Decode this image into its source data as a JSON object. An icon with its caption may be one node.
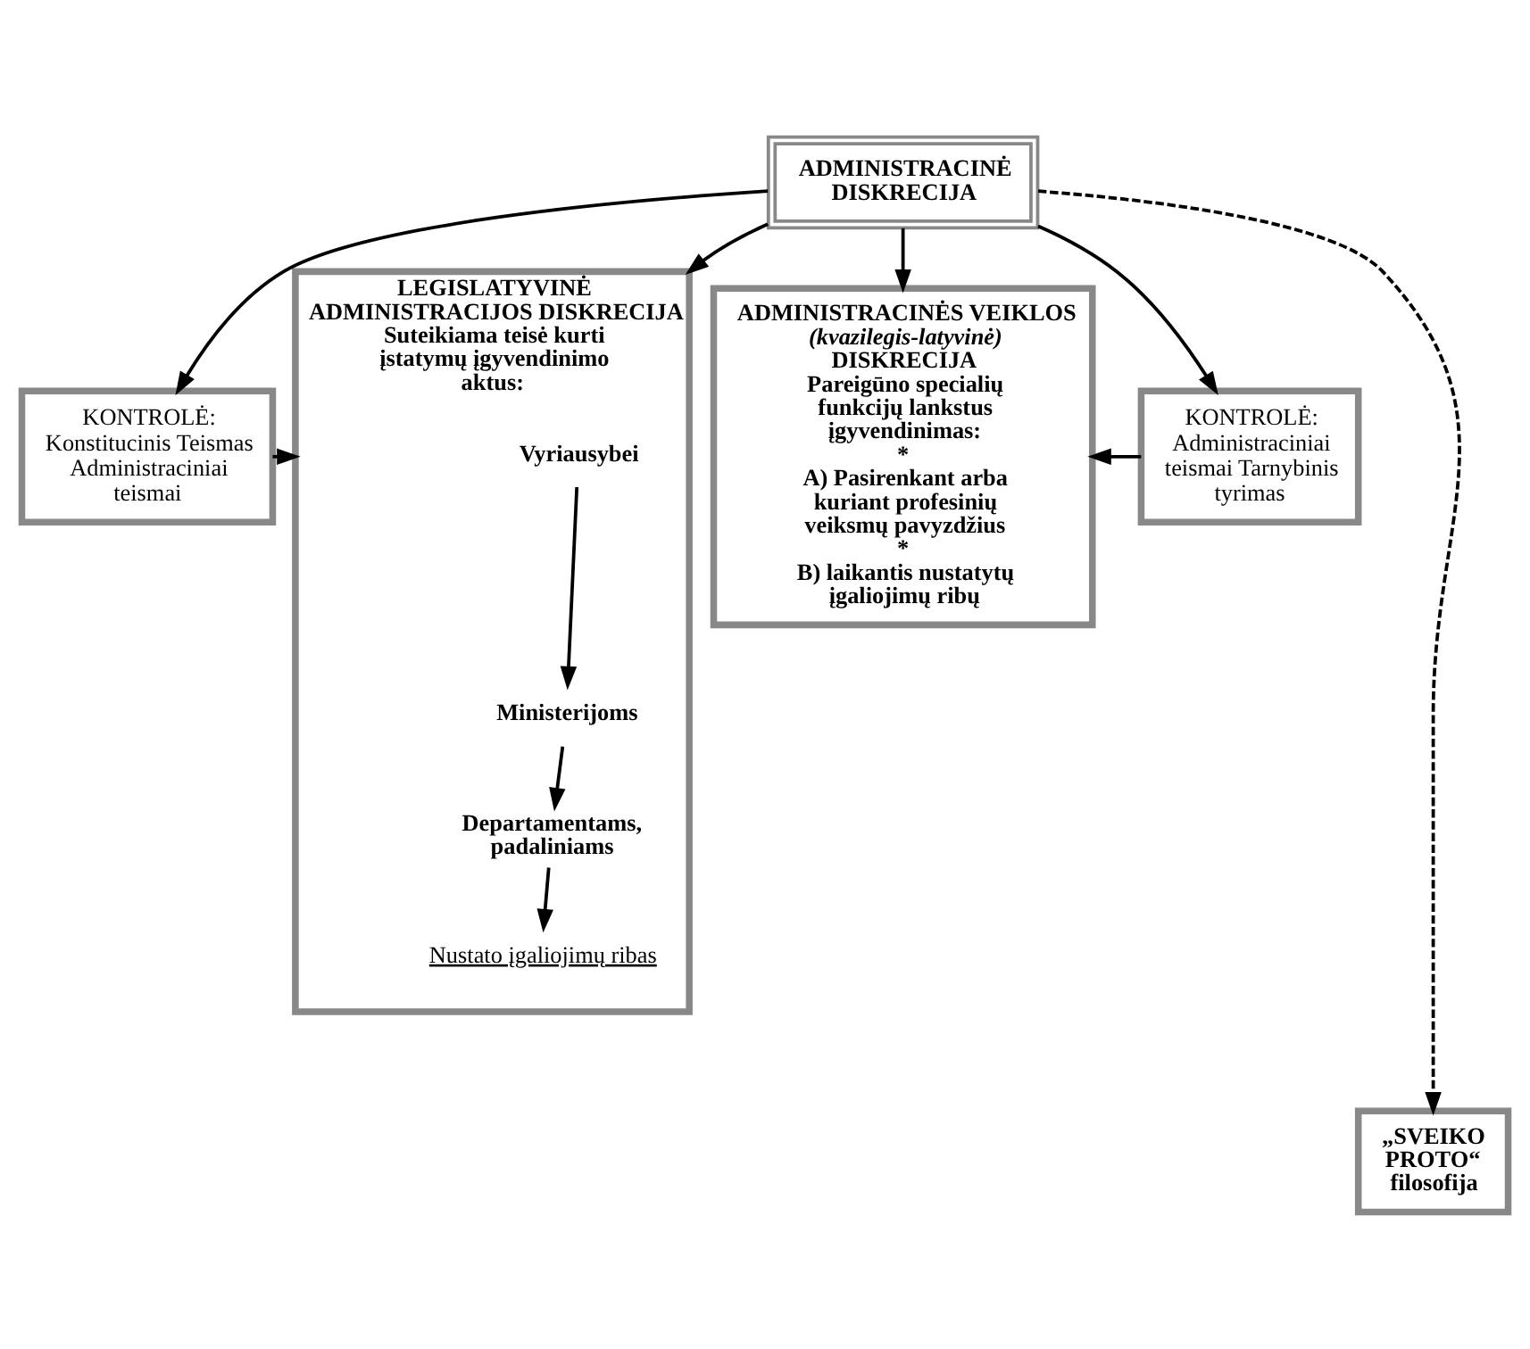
{
  "diagram": {
    "nodes": [
      {
        "text": [
          "ADMINISTRACINĖ DISKRECIJA"
        ]
      },
      {
        "text": [
          "KONTROLĖ: Konstitucinis Teismas Administraciniai teismai"
        ]
      },
      {
        "text": [
          "LEGISLATYVINĖ ADMINISTRACIJOS DISKRECIJA",
          "Suteikiama teisė kurti įstatymų įgyvendinimo aktus:"
        ]
      },
      {
        "text": [
          "Vyriausybei"
        ],
        "in": 2
      },
      {
        "text": [
          "Ministerijoms"
        ],
        "in": 2
      },
      {
        "text": [
          "Departamentams, padaliniams"
        ],
        "in": 2
      },
      {
        "text": [
          "Nustato įgaliojimų ribas"
        ],
        "in": 2
      },
      {
        "text": [
          "ADMINISTRACINĖS VEIKLOS *(kvazilegis-latyvinė)* DISKRECIJA",
          "Pareigūno specialių funkcijų lankstus įgyvendinimas:",
          "*",
          "A) Pasirenkant arba kuriant profesinių veiksmų pavyzdžius",
          "*",
          "B) laikantis nustatytų įgaliojimų ribų"
        ]
      },
      {
        "text": [
          "KONTROLĖ: Administraciniai teismai Tarnybinis tyrimas"
        ]
      },
      {
        "text": [
          "„SVEIKO PROTO“ filosofija"
        ]
      }
    ],
    "edges": [
      {
        "from": 0,
        "to": 1,
        "arrow": "to"
      },
      {
        "from": 0,
        "to": 2,
        "arrow": "to"
      },
      {
        "from": 0,
        "to": 9,
        "arrow": "to",
        "style": "dashed"
      },
      {
        "from": 0,
        "to": 7,
        "arrow": "to"
      },
      {
        "from": 0,
        "to": 8,
        "arrow": "to"
      },
      {
        "from": 1,
        "to": 2,
        "arrow": "to"
      },
      {
        "from": 8,
        "to": 7,
        "arrow": "to"
      },
      {
        "from": 3,
        "to": 4,
        "arrow": "to"
      },
      {
        "from": 4,
        "to": 5,
        "arrow": "to"
      },
      {
        "from": 5,
        "to": 6,
        "arrow": "to"
      }
    ]
  }
}
